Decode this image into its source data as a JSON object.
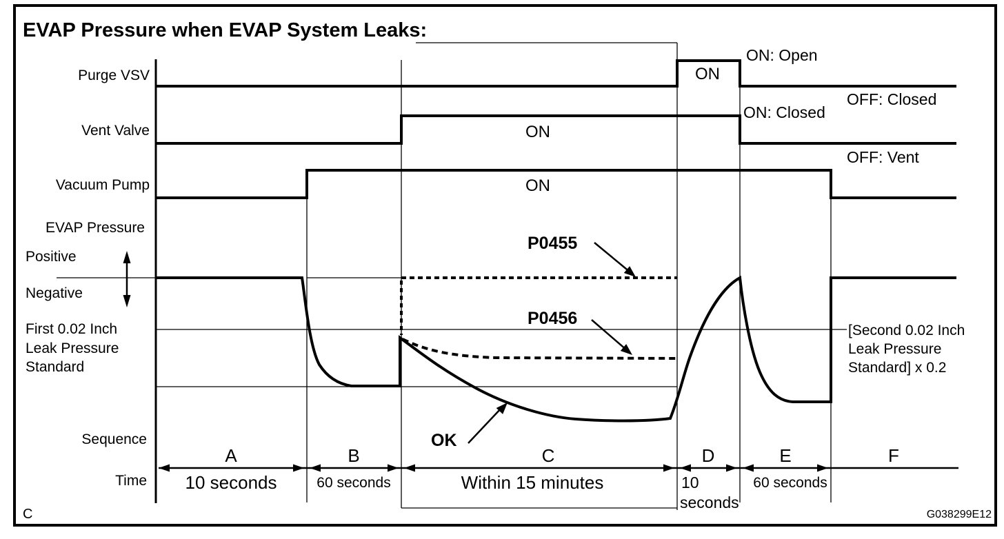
{
  "title": "EVAP Pressure when EVAP System Leaks:",
  "figure_id": "G038299E12",
  "corner_mark": "C",
  "signals": {
    "purge_vsv": {
      "label": "Purge VSV",
      "on_text": "ON"
    },
    "vent_valve": {
      "label": "Vent Valve",
      "on_text": "ON"
    },
    "vacuum_pump": {
      "label": "Vacuum Pump",
      "on_text": "ON"
    }
  },
  "legend": {
    "purge_on": "ON: Open",
    "purge_off": "OFF: Closed",
    "vent_on": "ON: Closed",
    "vent_off": "OFF: Vent"
  },
  "pressure": {
    "label": "EVAP Pressure",
    "positive": "Positive",
    "negative": "Negative",
    "first_standard_line1": "First 0.02 Inch",
    "first_standard_line2": "Leak Pressure",
    "first_standard_line3": "Standard",
    "second_standard_line1": "[Second 0.02 Inch",
    "second_standard_line2": "Leak Pressure",
    "second_standard_line3": "Standard] x 0.2",
    "code_large_leak": "P0455",
    "code_small_leak": "P0456",
    "result_ok": "OK"
  },
  "sequence": {
    "label": "Sequence",
    "time_label": "Time",
    "steps": [
      {
        "name": "A",
        "duration": "10 seconds"
      },
      {
        "name": "B",
        "duration": "60 seconds"
      },
      {
        "name": "C",
        "duration": "Within 15 minutes"
      },
      {
        "name": "D",
        "duration_line1": "10",
        "duration_line2": "seconds"
      },
      {
        "name": "E",
        "duration": "60 seconds"
      },
      {
        "name": "F",
        "duration": ""
      }
    ]
  },
  "colors": {
    "ink": "#000000",
    "background": "#ffffff"
  }
}
